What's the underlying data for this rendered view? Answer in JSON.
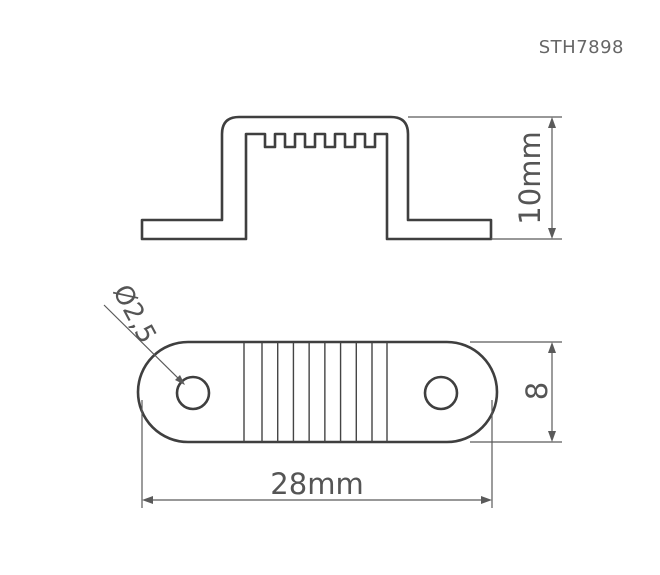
{
  "product_code": "STH7898",
  "dimensions": {
    "height": "10mm",
    "length": "28mm",
    "width": "8",
    "hole_diameter": "Ø2,5"
  },
  "rib_count": 8
}
